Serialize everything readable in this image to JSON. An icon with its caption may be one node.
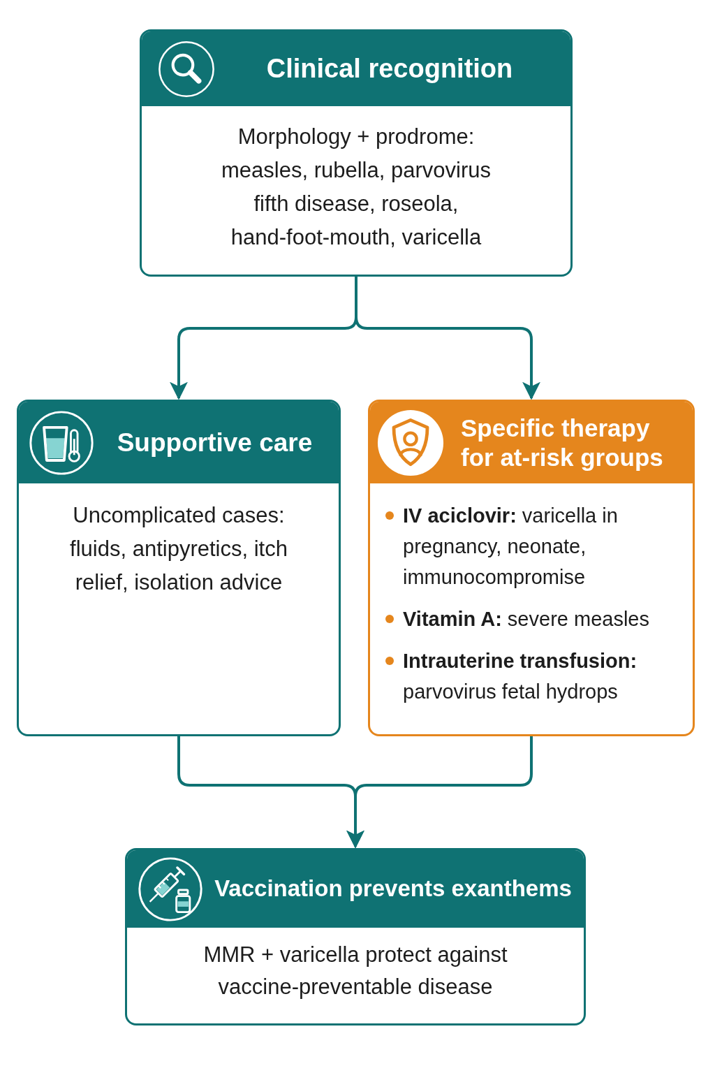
{
  "diagram": {
    "nodes": [
      {
        "text": [
          "Clinical recognition",
          "Morphology + prodrome: measles, rubella, parvovirus fifth disease, roseola, hand-foot-mouth, varicella"
        ]
      },
      {
        "text": [
          "Supportive care",
          "Uncomplicated cases: fluids, antipyretics, itch relief, isolation advice"
        ]
      },
      {
        "text": [
          "Specific therapy for at-risk groups",
          "**IV aciclovir:** varicella in pregnancy, neonate, immunocompromise",
          "**Vitamin A:** severe measles",
          "**Intrauterine transfusion:** parvovirus fetal hydrops"
        ]
      },
      {
        "text": [
          "Vaccination prevents exanthems",
          "MMR + varicella protect against vaccine-preventable disease"
        ]
      }
    ],
    "edges": [
      {
        "from": 0,
        "to": 1,
        "arrow": "to"
      },
      {
        "from": 0,
        "to": 2,
        "arrow": "to"
      },
      {
        "from": 1,
        "to": 3,
        "arrow": "to"
      },
      {
        "from": 2,
        "to": 3,
        "arrow": "to"
      }
    ]
  }
}
